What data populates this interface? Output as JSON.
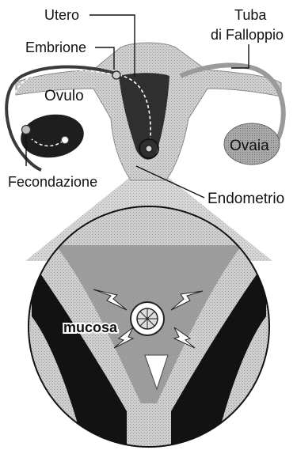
{
  "labels": {
    "utero": "Utero",
    "embrione": "Embrione",
    "tuba": [
      "Tuba",
      "di Falloppio"
    ],
    "ovulo": "Ovulo",
    "ovaia": "Ovaia",
    "fecondazione": "Fecondazione",
    "endometrio": "Endometrio",
    "mucosa": "mucosa"
  },
  "colors": {
    "ink": "#111111",
    "tissue_gray": "#bdbdbd",
    "tissue_light": "#d6d6d6",
    "uterus_dark": "#2e2e2e",
    "mucosa_band": "#121212",
    "background": "#ffffff"
  }
}
